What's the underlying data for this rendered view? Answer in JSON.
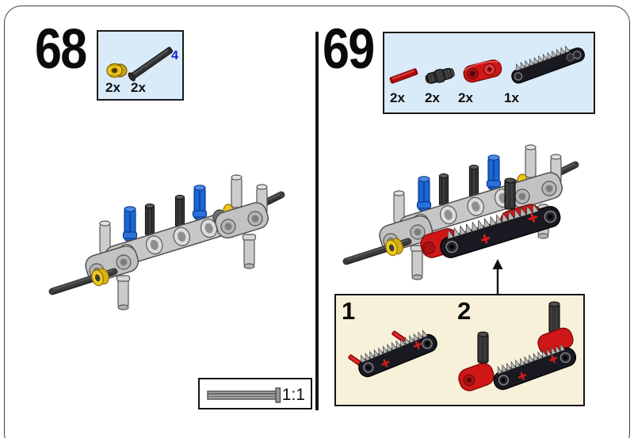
{
  "page_type": "lego-building-instructions",
  "colors": {
    "parts_box_bg": "#d9eaf8",
    "substeps_box_bg": "#f8f1da",
    "lego_gray": "#c6c6c6",
    "lego_dark_gray": "#3c3c3c",
    "lego_blue": "#1b66d2",
    "lego_yellow": "#eac51c",
    "lego_red": "#cf1717",
    "lego_black": "#191922",
    "length_label_blue": "#1a1ad8"
  },
  "step68": {
    "number": "68",
    "parts": [
      {
        "icon": "bushing-half-yellow-icon",
        "qty": "2x"
      },
      {
        "icon": "axle-with-stop-icon",
        "qty": "2x",
        "length": "4"
      }
    ],
    "scale_label": "1:1"
  },
  "step69": {
    "number": "69",
    "parts": [
      {
        "icon": "axle-2-red-icon",
        "qty": "2x"
      },
      {
        "icon": "axle-connector-dark-icon",
        "qty": "2x"
      },
      {
        "icon": "cross-block-red-icon",
        "qty": "2x"
      },
      {
        "icon": "gear-rack-black-icon",
        "qty": "1x"
      }
    ],
    "substeps": [
      {
        "label": "1"
      },
      {
        "label": "2"
      }
    ]
  }
}
